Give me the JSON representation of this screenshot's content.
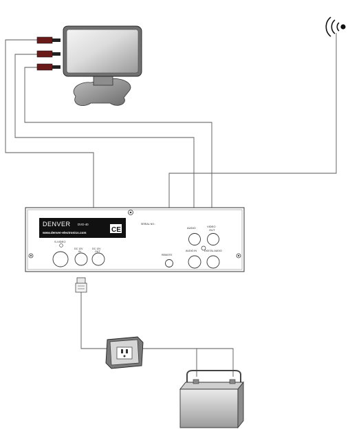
{
  "device": {
    "brand": "DENVER",
    "model": "DVD-40",
    "website": "www.denver-electronics.com",
    "ce_mark": "CE",
    "serial_label": "SERIAL NO.:"
  },
  "ports": {
    "s_video": "S-VIDEO",
    "dc_in_line1": "DC 12V",
    "dc_in_line2": "IN",
    "dc_out_line1": "DC 12V",
    "dc_out_line2": "OUT",
    "audio": "AUDIO",
    "video_out_line1": "VIDEO",
    "video_out_line2": "OUT",
    "remote": "REMOTE",
    "audio_in": "AUDIO IN",
    "digital_audio": "DIGITAL AUDIO"
  },
  "colors": {
    "wire": "#555555",
    "device_outline": "#333333",
    "label_panel": "#111111",
    "battery": "#d8d8d8"
  },
  "icons": [
    "wireless-signal-icon",
    "monitor-icon",
    "power-plug-icon",
    "power-adapter-icon",
    "car-battery-icon"
  ]
}
